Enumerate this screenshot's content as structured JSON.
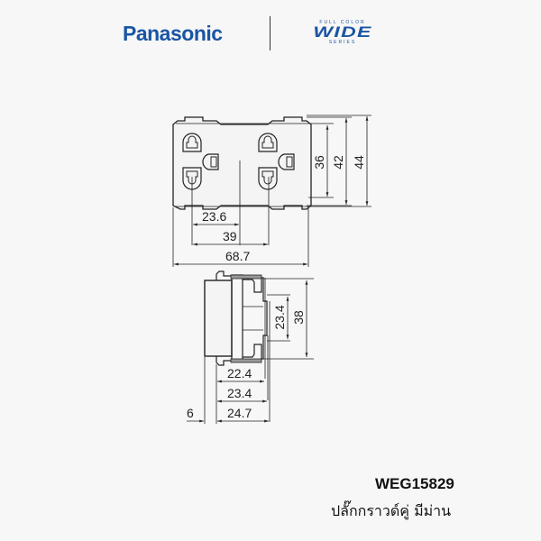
{
  "header": {
    "brand": "Panasonic",
    "series_top": "FULL COLOR",
    "series_main": "WIDE",
    "series_bottom": "SERIES",
    "brand_color": "#1b55a3"
  },
  "front_view": {
    "dims_vertical": [
      "36",
      "42",
      "44"
    ],
    "dims_horizontal": [
      "23.6",
      "39",
      "68.7"
    ]
  },
  "side_view": {
    "dims_vertical": [
      "23.4",
      "38"
    ],
    "dims_horizontal": [
      "22.4",
      "23.4",
      "24.7",
      "6"
    ]
  },
  "product": {
    "model": "WEG15829",
    "description": "ปลั๊กกราวด์คู่ มีม่าน"
  }
}
